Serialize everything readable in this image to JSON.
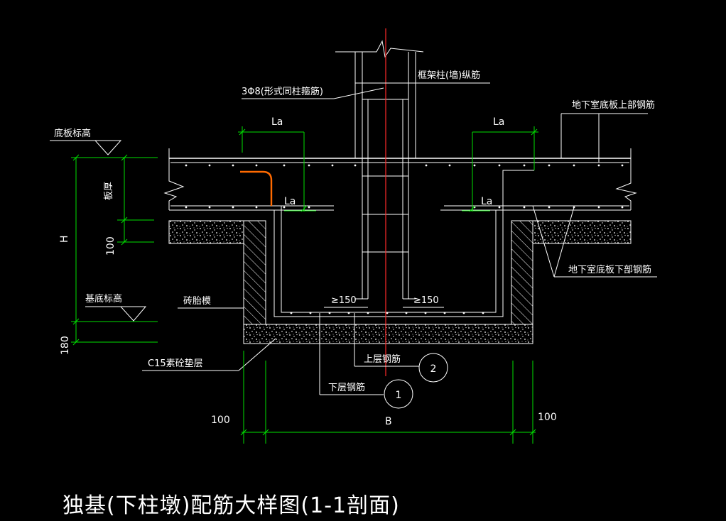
{
  "title": "独基(下柱墩)配筋大样图(1-1剖面)",
  "labels": {
    "stirrup_note": "3Φ8(形式同柱箍筋)",
    "column_rebar": "框架柱(墙)纵筋",
    "slab_top_rebar": "地下室底板上部钢筋",
    "slab_bottom_rebar": "地下室底板下部钢筋",
    "slab_elevation": "底板标高",
    "base_elevation": "基底标高",
    "slab_thickness": "板厚",
    "brick_formwork": "砖胎模",
    "c15_cushion": "C15素砼垫层",
    "upper_rebar": "上层钢筋",
    "lower_rebar": "下层钢筋"
  },
  "dimensions": {
    "la": "La",
    "h": "H",
    "b": "B",
    "d100": "100",
    "d180": "180",
    "ge150": "≥150"
  },
  "markers": {
    "one": "1",
    "two": "2"
  },
  "colors": {
    "background": "#000000",
    "lines": "#ffffff",
    "dimension_lines": "#00e000",
    "center_line": "#ff2a2a",
    "hook_bar": "#ff6a00"
  }
}
